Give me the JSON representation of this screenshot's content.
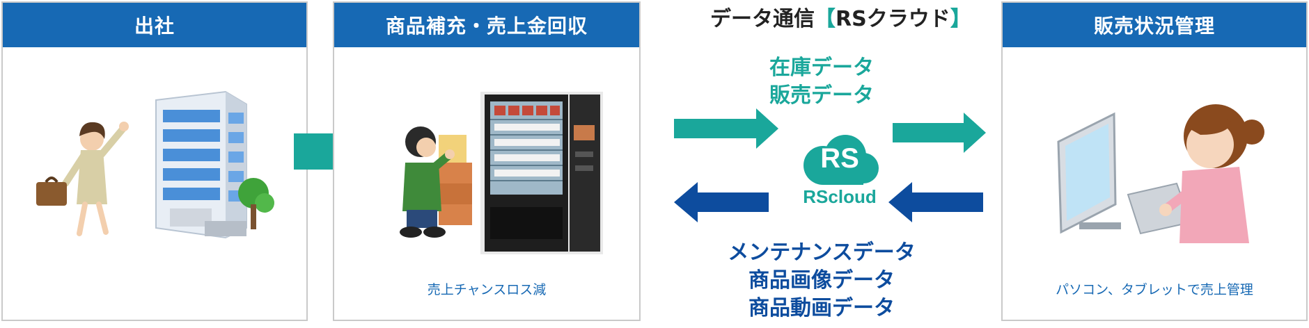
{
  "panels": {
    "commute": {
      "title": "出社"
    },
    "restock": {
      "title": "商品補充・売上金回収",
      "caption": "売上チャンスロス減"
    },
    "manage": {
      "title": "販売状況管理",
      "caption": "パソコン、タブレットで売上管理"
    }
  },
  "comm": {
    "title_prefix": "データ通信",
    "title_bracket_open": "【",
    "title_service": "RSクラウド",
    "title_bracket_close": "】",
    "upload_line1": "在庫データ",
    "upload_line2": "販売データ",
    "download_line1": "メンテナンスデータ",
    "download_line2": "商品画像データ",
    "download_line3": "商品動画データ"
  },
  "logo": {
    "mark": "RS",
    "wordmark": "RScloud"
  },
  "colors": {
    "header_blue": "#1769b4",
    "teal": "#1aa79b",
    "navy": "#0d4c9e",
    "border": "#c9c9c9"
  },
  "icons": [
    "office-worker-icon",
    "office-building-icon",
    "flow-arrow-icon",
    "restocking-worker-icon",
    "vending-machine-icon",
    "teal-right-arrow-icon",
    "navy-left-arrow-icon",
    "rs-cloud-logo-icon",
    "computer-user-icon"
  ]
}
